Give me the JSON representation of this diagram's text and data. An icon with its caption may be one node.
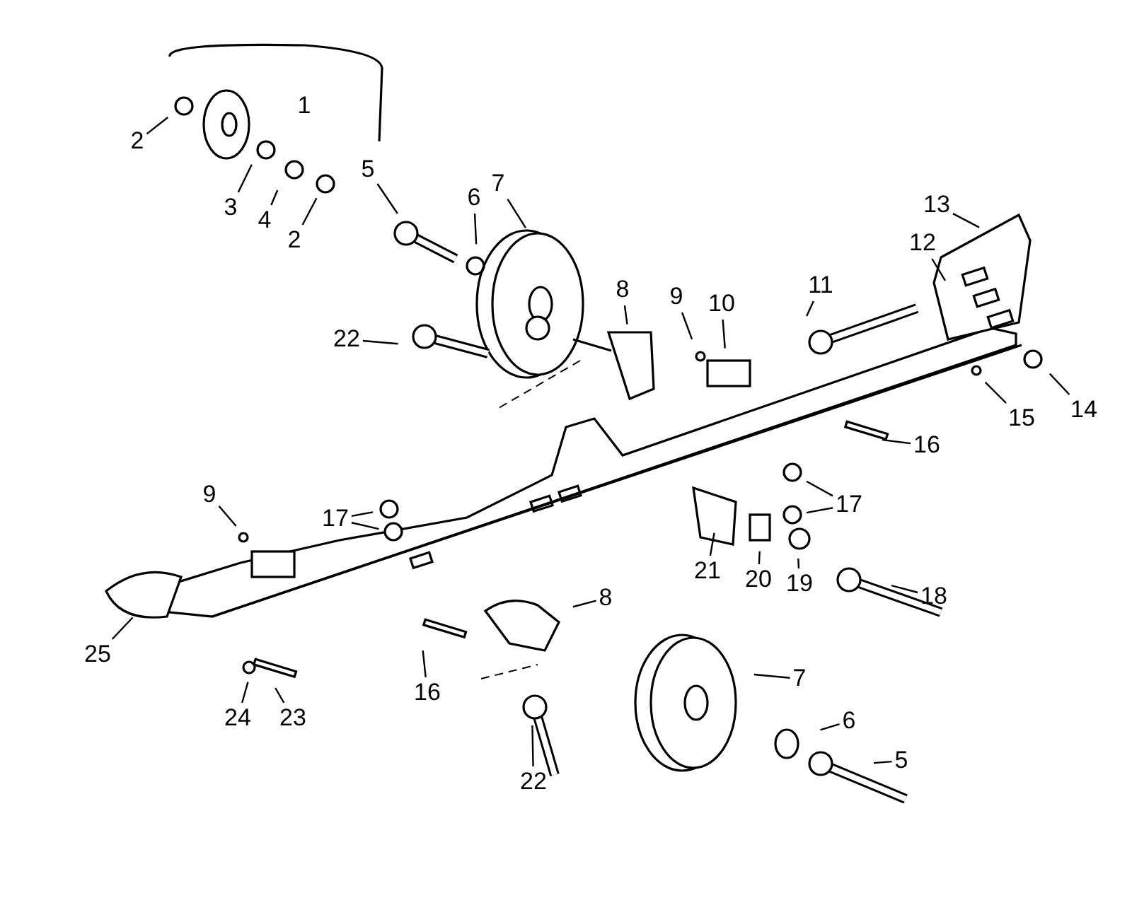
{
  "diagram": {
    "nodes": [
      {
        "text": [
          "2"
        ]
      },
      {
        "text": [
          "3"
        ]
      },
      {
        "text": [
          "4"
        ]
      },
      {
        "text": [
          "2"
        ]
      },
      {
        "text": [
          "5"
        ]
      },
      {
        "text": [
          "6"
        ]
      },
      {
        "text": [
          "7"
        ]
      },
      {
        "text": [
          "13"
        ]
      },
      {
        "text": [
          "12"
        ]
      },
      {
        "text": [
          "11"
        ]
      },
      {
        "text": [
          "8"
        ]
      },
      {
        "text": [
          "9"
        ]
      },
      {
        "text": [
          "10"
        ]
      },
      {
        "text": [
          "22"
        ]
      },
      {
        "text": [
          "14"
        ]
      },
      {
        "text": [
          "15"
        ]
      },
      {
        "text": [
          "16"
        ]
      },
      {
        "text": [
          "17"
        ]
      },
      {
        "text": [
          "17"
        ]
      },
      {
        "text": [
          "9"
        ]
      },
      {
        "text": [
          "21"
        ]
      },
      {
        "text": [
          "20"
        ]
      },
      {
        "text": [
          "19"
        ]
      },
      {
        "text": [
          "18"
        ]
      },
      {
        "text": [
          "8"
        ]
      },
      {
        "text": [
          "25"
        ]
      },
      {
        "text": [
          "16"
        ]
      },
      {
        "text": [
          "24"
        ]
      },
      {
        "text": [
          "23"
        ]
      },
      {
        "text": [
          "7"
        ]
      },
      {
        "text": [
          "6"
        ]
      },
      {
        "text": [
          "22"
        ]
      },
      {
        "text": [
          "5"
        ]
      }
    ],
    "edges": [
      {
        "from": 0,
        "to": null,
        "arrow": "none"
      },
      {
        "from": 1,
        "to": null,
        "arrow": "none"
      },
      {
        "from": 2,
        "to": null,
        "arrow": "none"
      },
      {
        "from": 3,
        "to": null,
        "arrow": "none"
      },
      {
        "from": 4,
        "to": null,
        "arrow": "none"
      },
      {
        "from": 5,
        "to": null,
        "arrow": "none"
      },
      {
        "from": 6,
        "to": null,
        "arrow": "none"
      },
      {
        "from": 7,
        "to": null,
        "arrow": "none"
      },
      {
        "from": 8,
        "to": null,
        "arrow": "none"
      },
      {
        "from": 9,
        "to": null,
        "arrow": "none"
      },
      {
        "from": 10,
        "to": null,
        "arrow": "none"
      },
      {
        "from": 11,
        "to": null,
        "arrow": "none"
      },
      {
        "from": 12,
        "to": null,
        "arrow": "none"
      },
      {
        "from": 13,
        "to": null,
        "arrow": "none"
      },
      {
        "from": 14,
        "to": null,
        "arrow": "none"
      },
      {
        "from": 15,
        "to": null,
        "arrow": "none"
      },
      {
        "from": 16,
        "to": null,
        "arrow": "none"
      },
      {
        "from": 17,
        "to": null,
        "arrow": "none"
      },
      {
        "from": 17,
        "to": null,
        "arrow": "none"
      },
      {
        "from": 18,
        "to": null,
        "arrow": "none"
      },
      {
        "from": 18,
        "to": null,
        "arrow": "none"
      },
      {
        "from": 19,
        "to": null,
        "arrow": "none"
      },
      {
        "from": 20,
        "to": null,
        "arrow": "none"
      },
      {
        "from": 21,
        "to": null,
        "arrow": "none"
      },
      {
        "from": 22,
        "to": null,
        "arrow": "none"
      },
      {
        "from": 23,
        "to": null,
        "arrow": "none"
      },
      {
        "from": 24,
        "to": null,
        "arrow": "none"
      },
      {
        "from": 25,
        "to": null,
        "arrow": "none"
      },
      {
        "from": 26,
        "to": null,
        "arrow": "none"
      },
      {
        "from": 27,
        "to": null,
        "arrow": "none"
      },
      {
        "from": 28,
        "to": null,
        "arrow": "none"
      },
      {
        "from": 29,
        "to": null,
        "arrow": "none"
      },
      {
        "from": 30,
        "to": null,
        "arrow": "none"
      },
      {
        "from": 31,
        "to": null,
        "arrow": "none"
      },
      {
        "from": 32,
        "to": null,
        "arrow": "none"
      }
    ],
    "labels": [
      "1"
    ]
  }
}
